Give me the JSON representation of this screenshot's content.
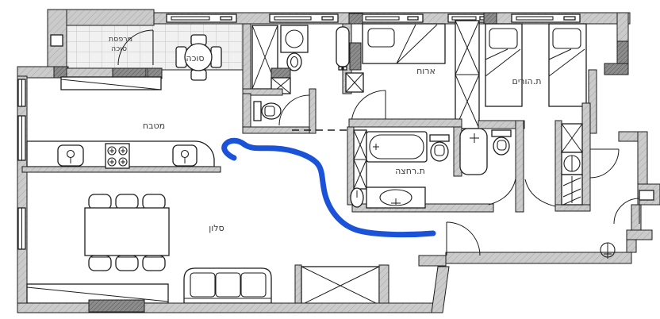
{
  "title": "apartment-floor-plan",
  "colors": {
    "background": "#ffffff",
    "wall_fill": "#cbcbcb",
    "wall_dark": "#8c8c8c",
    "line": "#1e1e1e",
    "tile_floor": "#f1f1f1",
    "tile_grid": "#c4c4c4",
    "label_text": "#3a3a3a",
    "annotation_blue": "#1a53d8"
  },
  "rooms": {
    "balcony": {
      "label_line1": "מרפסת",
      "label_line2": "סוכה"
    },
    "sukkah": {
      "label": "סוכה"
    },
    "kitchen": {
      "label": "מטבח"
    },
    "living_room": {
      "label": "סלון"
    },
    "guest_room": {
      "label": "ארוח"
    },
    "parents_room": {
      "label": "ת.הורים"
    },
    "bathroom": {
      "label": "ת.רחצה"
    }
  },
  "annotation": {
    "shape": "hand-drawn-arrow",
    "color": "#1a53d8",
    "points_to": "kitchen"
  }
}
